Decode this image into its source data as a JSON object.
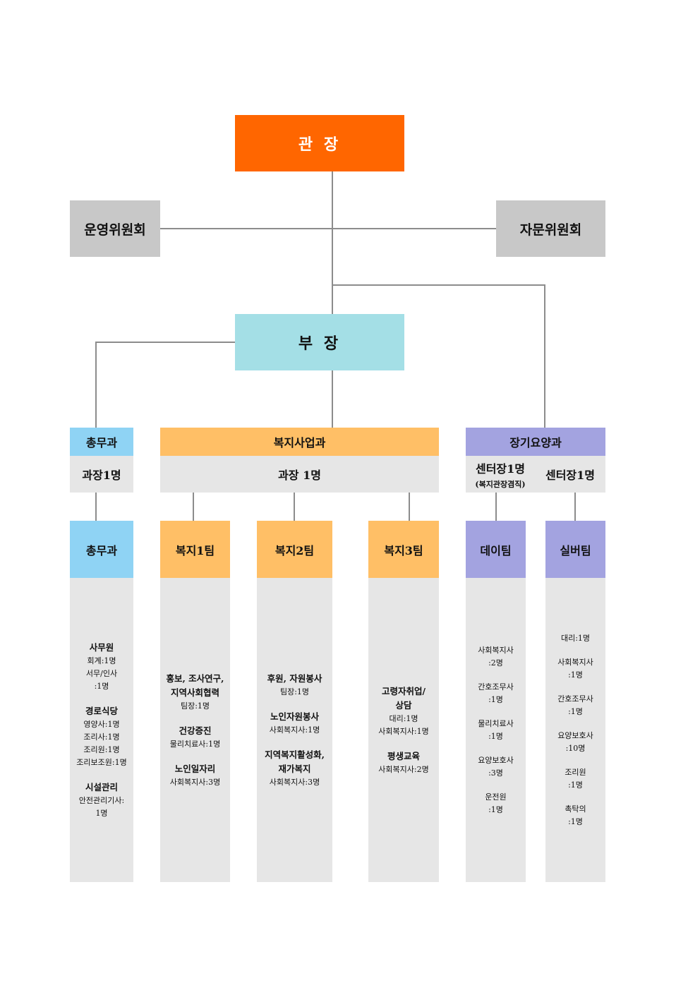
{
  "colors": {
    "director": "#ff6600",
    "committee": "#c8c8c8",
    "deputy": "#a4dfe6",
    "general": "#8fd3f4",
    "welfare": "#ffbf66",
    "care": "#a3a3e0",
    "body": "#e6e6e6",
    "line": "#8c8c8c"
  },
  "director": "관 장",
  "committees": {
    "left": "운영위원회",
    "right": "자문위원회"
  },
  "deputy": "부 장",
  "departments": {
    "general": {
      "title": "총무과",
      "head": "과장1명"
    },
    "welfare": {
      "title": "복지사업과",
      "head": "과장 1명"
    },
    "care": {
      "title": "장기요양과",
      "head_left": "센터장1명",
      "head_left_note": "(복지관장겸직)",
      "head_right": "센터장1명"
    }
  },
  "teams": {
    "general": {
      "title": "총무과",
      "groups": [
        {
          "heading": "사무원",
          "lines": [
            "회계:1명",
            "서무/인사",
            ":1명"
          ]
        },
        {
          "heading": "경로식당",
          "lines": [
            "영양사:1명",
            "조리사:1명",
            "조리원:1명",
            "조리보조원:1명"
          ]
        },
        {
          "heading": "시설관리",
          "lines": [
            "안전관리기사:",
            "1명"
          ]
        }
      ]
    },
    "welfare1": {
      "title": "복지1팀",
      "groups": [
        {
          "heading": "홍보, 조사연구,",
          "heading2": "지역사회협력",
          "lines": [
            "팀장:1명"
          ]
        },
        {
          "heading": "건강증진",
          "lines": [
            "물리치료사:1명"
          ]
        },
        {
          "heading": "노인일자리",
          "lines": [
            "사회복지사:3명"
          ]
        }
      ]
    },
    "welfare2": {
      "title": "복지2팀",
      "groups": [
        {
          "heading": "후원, 자원봉사",
          "lines": [
            "팀장:1명"
          ]
        },
        {
          "heading": "노인자원봉사",
          "lines": [
            "사회복지사:1명"
          ]
        },
        {
          "heading": "지역복지활성화,",
          "heading2": "재가복지",
          "lines": [
            "사회복지사:3명"
          ]
        }
      ]
    },
    "welfare3": {
      "title": "복지3팀",
      "groups": [
        {
          "heading": "고령자취업/",
          "heading2": "상담",
          "lines": [
            "대리:1명",
            "사회복지사:1명"
          ]
        },
        {
          "heading": "평생교육",
          "lines": [
            "사회복지사:2명"
          ]
        }
      ]
    },
    "day": {
      "title": "데이팀",
      "groups": [
        {
          "lines": [
            "사회복지사",
            ":2명"
          ]
        },
        {
          "lines": [
            "간호조무사",
            ":1명"
          ]
        },
        {
          "lines": [
            "물리치료사",
            ":1명"
          ]
        },
        {
          "lines": [
            "요양보호사",
            ":3명"
          ]
        },
        {
          "lines": [
            "운전원",
            ":1명"
          ]
        }
      ]
    },
    "silver": {
      "title": "실버팀",
      "groups": [
        {
          "lines": [
            "대리:1명"
          ]
        },
        {
          "lines": [
            "사회복지사",
            ":1명"
          ]
        },
        {
          "lines": [
            "간호조무사",
            ":1명"
          ]
        },
        {
          "lines": [
            "요양보호사",
            ":10명"
          ]
        },
        {
          "lines": [
            "조리원",
            ":1명"
          ]
        },
        {
          "lines": [
            "촉탁의",
            ":1명"
          ]
        }
      ]
    }
  }
}
